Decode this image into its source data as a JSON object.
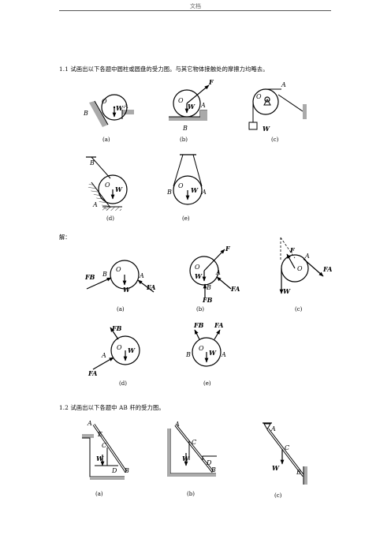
{
  "header": {
    "title": "文档"
  },
  "problem1": {
    "text": "1.1 试画出以下各题中圆柱或圆盘的受力图。与其它物体接触处的摩擦力均略去。",
    "captions": [
      "(a)",
      "(b)",
      "(c)",
      "(d)",
      "(e)"
    ]
  },
  "solution": {
    "label": "解：",
    "captions": [
      "(a)",
      "(b)",
      "(c)",
      "(d)",
      "(e)"
    ]
  },
  "problem2": {
    "text": "1.2 试画出以下各题中 AB 杆的受力图。",
    "captions": [
      "(a)",
      "(b)",
      "(c)"
    ]
  },
  "labels": {
    "O": "O",
    "W": "W",
    "A": "A",
    "B": "B",
    "C": "C",
    "D": "D",
    "E": "E",
    "F": "F",
    "FA": "FA",
    "FB": "FB"
  }
}
